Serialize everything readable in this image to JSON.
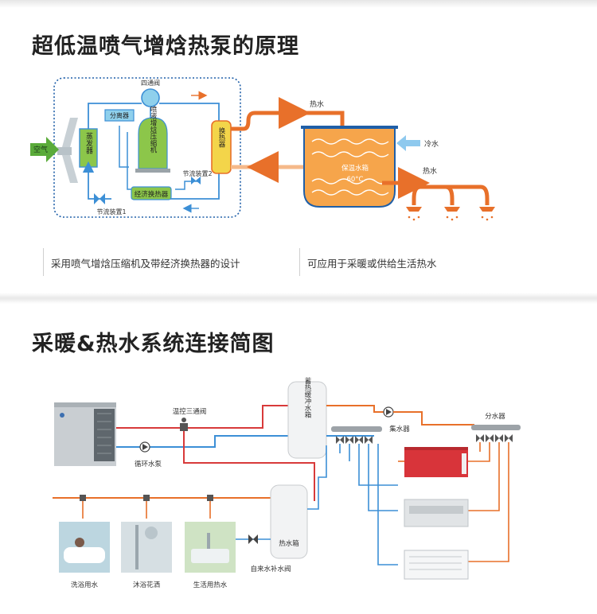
{
  "section1": {
    "title": "超低温喷气增焓热泵的原理",
    "labels": {
      "four_way_valve": "四通阀",
      "separator": "分离器",
      "compressor": "喷液增焓压缩机",
      "evaporator": "蒸发器",
      "air": "空气",
      "economizer": "经济换热器",
      "throttle1": "节流装置1",
      "throttle2": "节流装置2",
      "heat_exchanger": "换热器",
      "hot_water_top": "热水",
      "cold_water": "冷水",
      "hot_water_right": "热水",
      "tank": "保温水箱",
      "temperature": "60°C"
    },
    "caption_left": "采用喷气增焓压缩机及带经济换热器的设计",
    "caption_right": "可应用于采暖或供给生活热水"
  },
  "section2": {
    "title": "采暖&热水系统连接简图",
    "labels": {
      "thermo_valve": "温控三通阀",
      "circ_pump": "循环水泵",
      "buffer_tank": "蓄热缓冲水箱",
      "collector": "集水器",
      "distributor": "分水器",
      "hot_tank": "热水箱",
      "makeup_valve": "自来水补水阀",
      "bath": "洗浴用水",
      "shower": "沐浴花洒",
      "domestic": "生活用热水"
    }
  },
  "colors": {
    "hot": "#e8702a",
    "red": "#d83a3a",
    "blue": "#3c8fd6",
    "water": "#f6a54b",
    "green": "#5aab3a"
  }
}
